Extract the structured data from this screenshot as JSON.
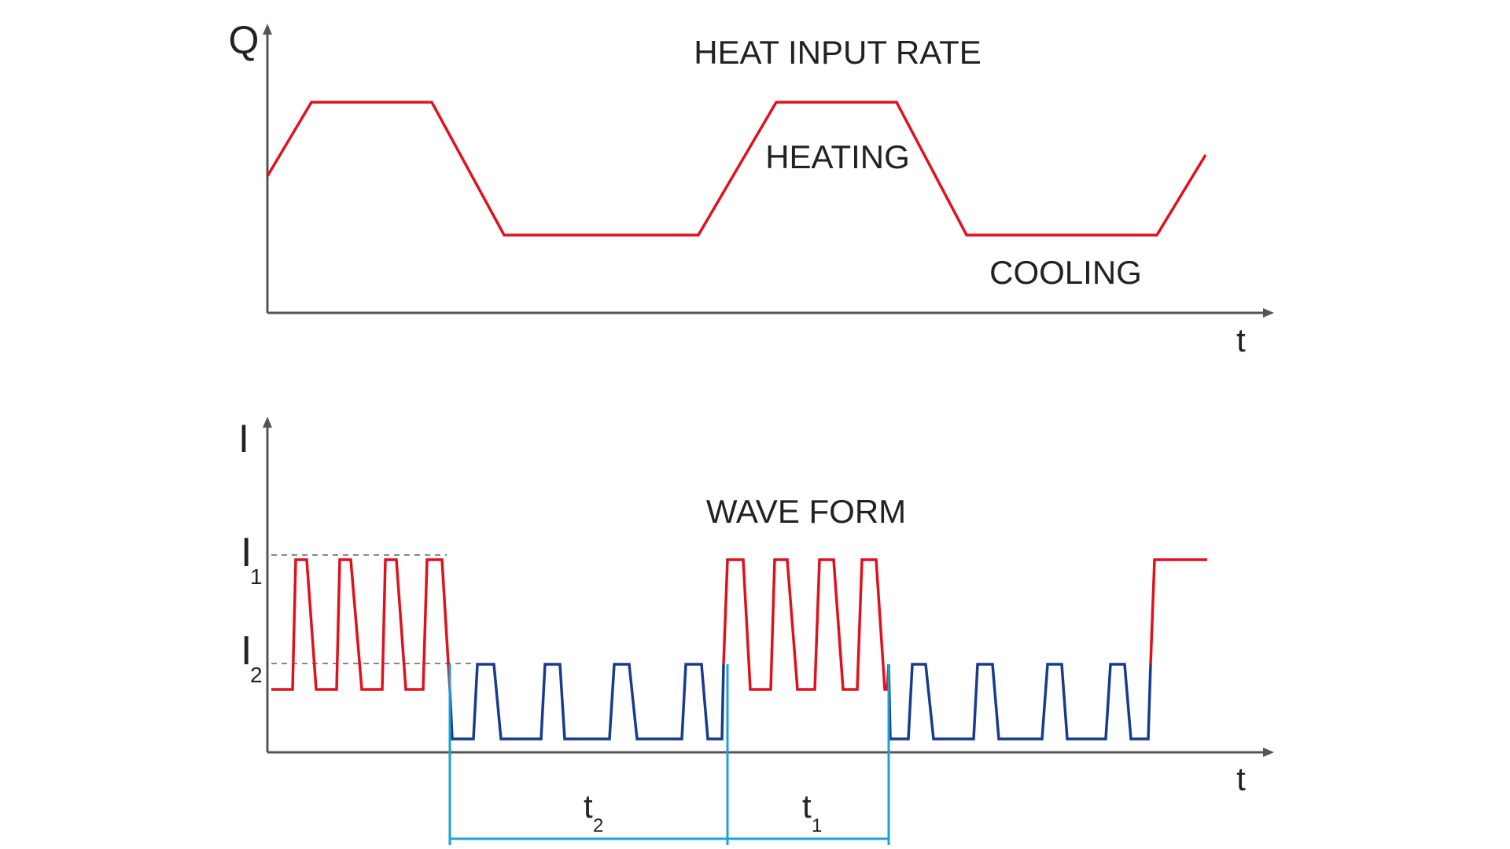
{
  "top_panel": {
    "y_axis_label": "Q",
    "x_axis_label": "t",
    "title": "HEAT INPUT RATE",
    "heating_label": "HEATING",
    "cooling_label": "COOLING"
  },
  "bottom_panel": {
    "y_axis_label": "I",
    "x_axis_label": "t",
    "title": "WAVE FORM",
    "level_1": {
      "main": "I",
      "sub": "1"
    },
    "level_2": {
      "main": "I",
      "sub": "2"
    },
    "interval_2": {
      "main": "t",
      "sub": "2"
    },
    "interval_1": {
      "main": "t",
      "sub": "1"
    }
  },
  "colors": {
    "heating": "#e0101d",
    "cooling": "#1a3a8c",
    "dimension": "#1aa1d8",
    "axis": "#555555"
  }
}
